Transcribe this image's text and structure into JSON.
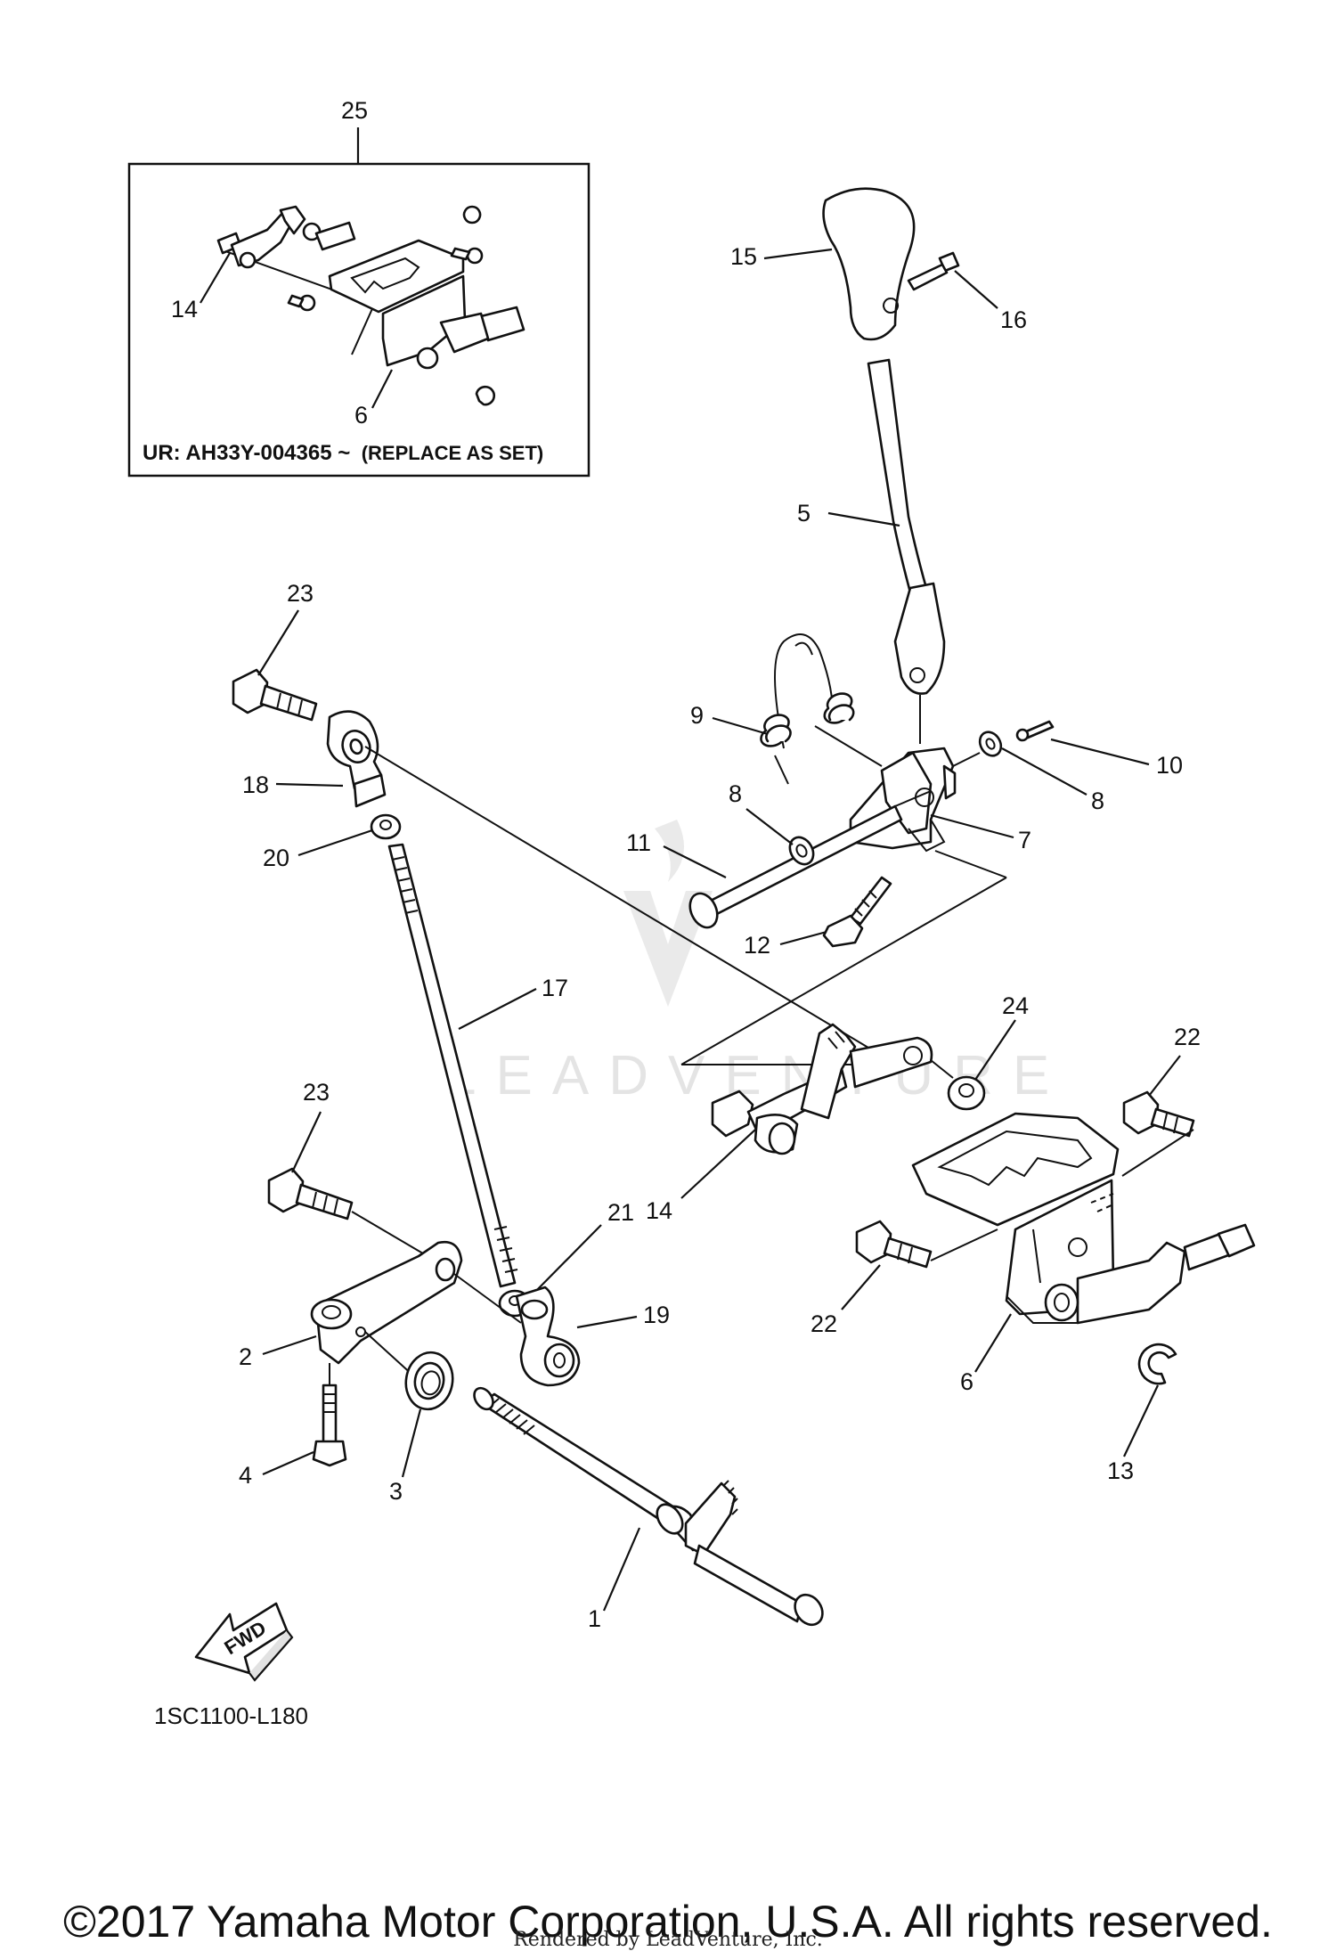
{
  "inset": {
    "number": "25",
    "note_prefix": "UR: AH33Y-004365 ~",
    "note_suffix": "(REPLACE AS SET)",
    "callouts": [
      "14",
      "6"
    ]
  },
  "callouts": {
    "c1": "1",
    "c2": "2",
    "c3": "3",
    "c4": "4",
    "c5": "5",
    "c6": "6",
    "c7": "7",
    "c8a": "8",
    "c8b": "8",
    "c9": "9",
    "c10": "10",
    "c11": "11",
    "c12": "12",
    "c13": "13",
    "c14": "14",
    "c15": "15",
    "c16": "16",
    "c17": "17",
    "c18": "18",
    "c19": "19",
    "c20": "20",
    "c21": "21",
    "c22a": "22",
    "c22b": "22",
    "c23a": "23",
    "c23b": "23",
    "c24": "24"
  },
  "fwd_label": "FWD",
  "diagram_code": "1SC1100-L180",
  "watermark": "LEADVENTURE",
  "copyright": "©2017 Yamaha Motor Corporation, U.S.A. All rights reserved.",
  "rendered_by": "Rendered by LeadVenture, Inc."
}
